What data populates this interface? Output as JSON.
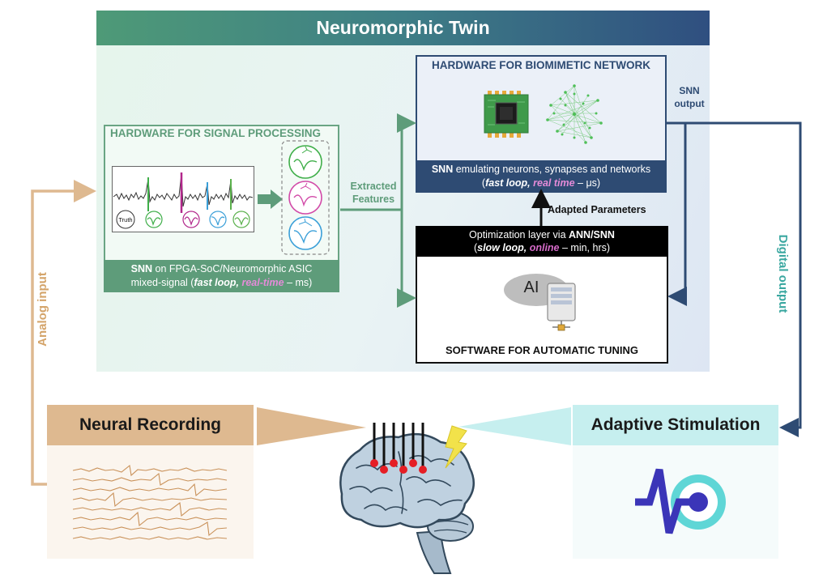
{
  "twin": {
    "title": "Neuromorphic Twin"
  },
  "signal_processing": {
    "title": "HARDWARE FOR SIGNAL PROCESSING",
    "truth_label": "Truth",
    "footer_bold": "SNN",
    "footer_line1_rest": " on FPGA-SoC/Neuromorphic ASIC",
    "footer_line2_pre": "mixed-signal (",
    "footer_fast": "fast loop,",
    "footer_realtime": " real-time",
    "footer_line2_post": " – ms)"
  },
  "extracted_features": {
    "line1": "Extracted",
    "line2": "Features"
  },
  "biomimetic": {
    "title": "HARDWARE FOR BIOMIMETIC NETWORK",
    "footer_bold": "SNN",
    "footer_line1_rest": " emulating neurons, synapses and networks",
    "footer_pre": "(",
    "footer_fast": "fast loop,",
    "footer_realtime": " real time",
    "footer_post": " – μs)"
  },
  "snn_output": {
    "line1": "SNN",
    "line2": "output"
  },
  "adapted_parameters": "Adapted Parameters",
  "optimization": {
    "line1_pre": "Optimization layer via ",
    "line1_bold": "ANN/SNN",
    "line2_pre": "(",
    "slow": "slow loop,",
    "online": " online",
    "line2_post": " – min, hrs)"
  },
  "ai_label": "AI",
  "software": {
    "title": "SOFTWARE FOR AUTOMATIC TUNING"
  },
  "analog_input": "Analog input",
  "digital_output": "Digital output",
  "neural_recording": {
    "title": "Neural Recording"
  },
  "adaptive_stimulation": {
    "title": "Adaptive Stimulation"
  },
  "colors": {
    "green": "#5e9c7a",
    "navy": "#2e4b73",
    "tan": "#deb990",
    "teal_text": "#3aa7a0",
    "pink": "#e48bd8",
    "electrode_red": "#e51e25"
  }
}
